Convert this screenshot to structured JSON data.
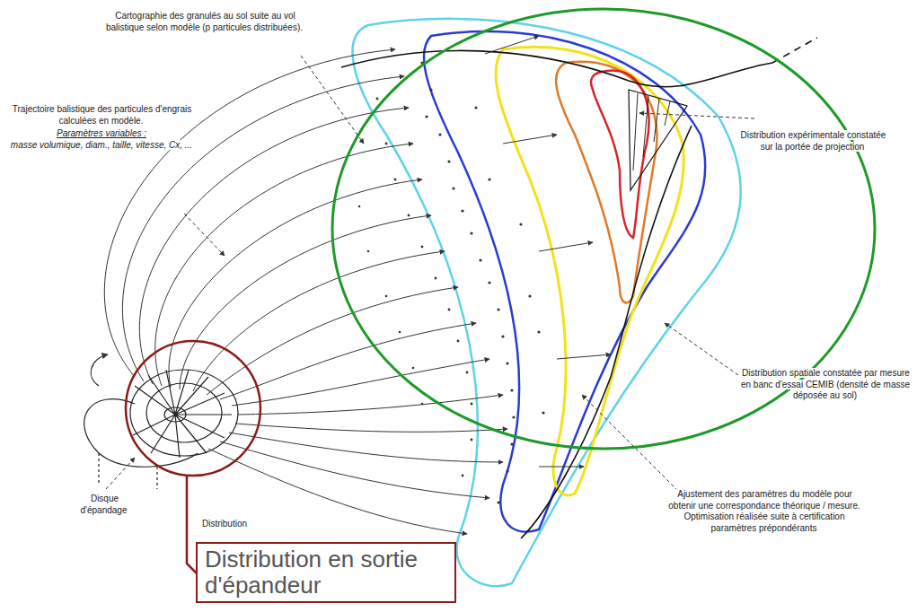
{
  "diagram": {
    "nodes": [
      {
        "text": [
          "Distribution en sortie d'épandeur"
        ]
      }
    ],
    "labels": [
      "Cartographie des granulés au sol suite au vol balistique selon modèle (p particules distribuées).",
      "Trajectoire balistique des particules d'engrais calculées en modèle.",
      "Paramètres variables :",
      "masse volumique, diam., taille, vitesse, Cx, ...",
      "Distribution expérimentale constatée sur la portée de projection",
      "Distribution spatiale constatée par mesure en banc d'essai CEMIB (densité de masse déposée au sol)",
      "Ajustement des paramètres du modèle pour obtenir une correspondance théorique / mesure. Optimisation réalisée suite à certification paramètres prépondérants",
      "Disque d'épandage",
      "Distribution"
    ]
  }
}
